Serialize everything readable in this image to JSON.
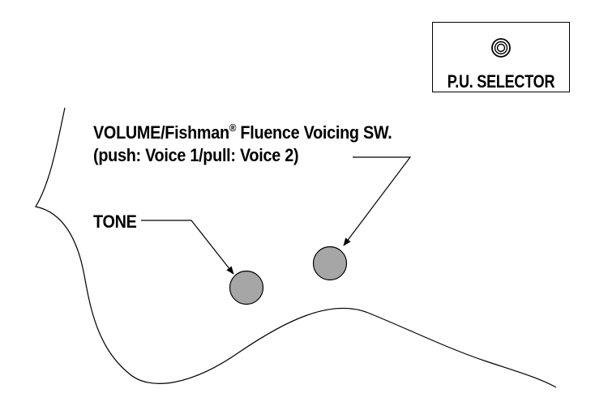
{
  "selector": {
    "label": "P.U. SELECTOR",
    "icon": "selector-switch-icon"
  },
  "volume": {
    "label_main": "VOLUME/Fishman",
    "label_reg": "®",
    "label_rest": " Fluence Voicing SW.",
    "label_line2": "(push: Voice 1/pull: Voice 2)",
    "knob_color": "#a6a6a6"
  },
  "tone": {
    "label": "TONE",
    "knob_color": "#a6a6a6"
  },
  "colors": {
    "line": "#000000",
    "knob_stroke": "#000000",
    "background": "#ffffff"
  }
}
